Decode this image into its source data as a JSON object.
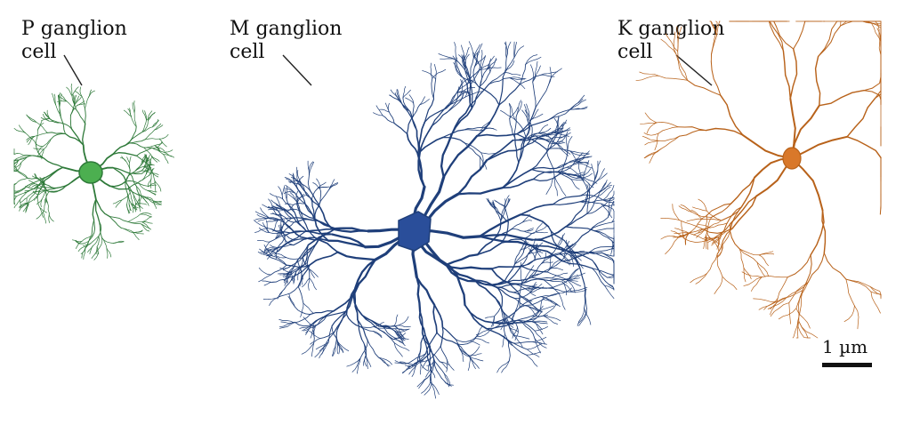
{
  "labels": {
    "p_cell": "P ganglion\ncell",
    "m_cell": "M ganglion\ncell",
    "k_cell": "K ganglion\ncell"
  },
  "scale_bar": {
    "label": "1 µm"
  },
  "colors": {
    "p_cell": "#2f7a3a",
    "m_cell": "#1f3f7a",
    "k_cell": "#b8621a",
    "p_soma": "#4caf50",
    "m_soma": "#2a4e9a",
    "k_soma": "#d9782a",
    "leader_line": "#222222"
  }
}
